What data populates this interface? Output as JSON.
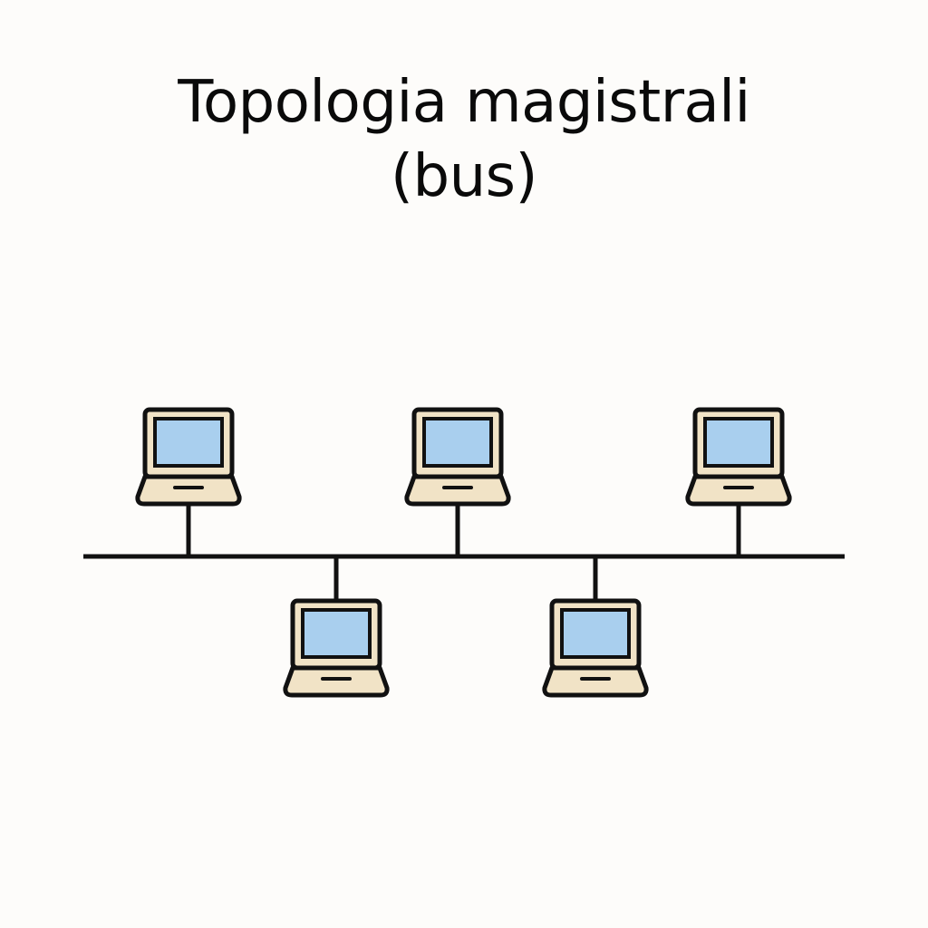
{
  "title": {
    "line1": "Topologia magistrali",
    "line2": "(bus)"
  },
  "diagram": {
    "topology": "bus",
    "nodes": [
      {
        "id": "top-left",
        "icon": "laptop-icon",
        "row": "above-bus"
      },
      {
        "id": "top-center",
        "icon": "laptop-icon",
        "row": "above-bus"
      },
      {
        "id": "top-right",
        "icon": "laptop-icon",
        "row": "above-bus"
      },
      {
        "id": "bottom-left",
        "icon": "laptop-icon",
        "row": "below-bus"
      },
      {
        "id": "bottom-right",
        "icon": "laptop-icon",
        "row": "below-bus"
      }
    ]
  },
  "colors": {
    "background": "#fdfcfa",
    "line": "#111111",
    "screen": "#a9cfee",
    "laptop_body": "#f1e3c6"
  }
}
